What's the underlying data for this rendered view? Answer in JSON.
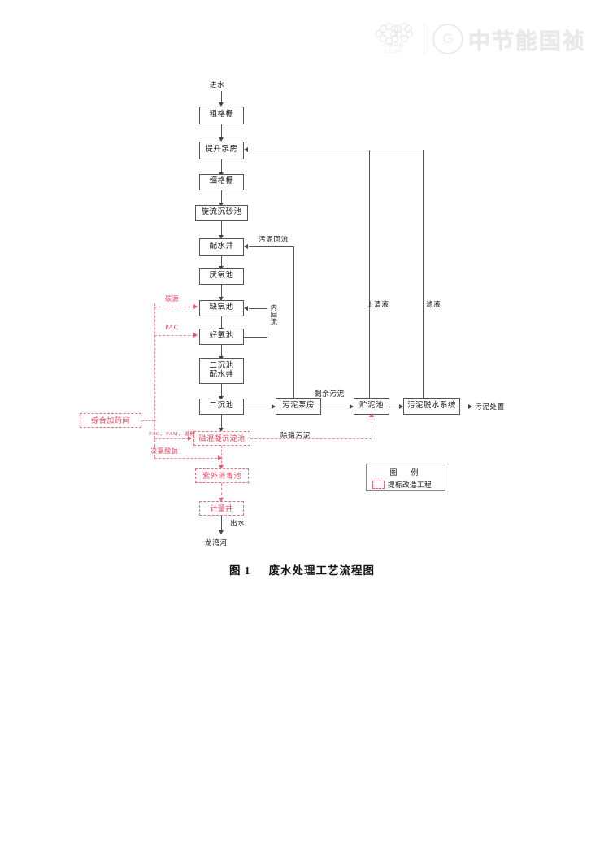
{
  "document": {
    "caption_number": "图 1",
    "caption_title": "废水处理工艺流程图"
  },
  "watermark": {
    "mark_cn": "中国节能",
    "mark_en": "CECEP",
    "brand": "中节能国祯",
    "brand_mark": "G"
  },
  "legend": {
    "title": "图　例",
    "item_label": "提标改造工程",
    "swatch_color": "#ef5a72"
  },
  "flow": {
    "inlet_label": "进水",
    "outlet_label": "出水",
    "receiving_water": "龙湾河",
    "main_units": [
      {
        "id": "coarse-screen",
        "label": "粗格栅"
      },
      {
        "id": "lift-pump-house",
        "label": "提升泵房"
      },
      {
        "id": "fine-screen",
        "label": "细格栅"
      },
      {
        "id": "vortex-grit-chamber",
        "label": "旋流沉砂池"
      },
      {
        "id": "distribution-well",
        "label": "配水井"
      },
      {
        "id": "anaerobic-tank",
        "label": "厌氧池"
      },
      {
        "id": "anoxic-tank",
        "label": "缺氧池"
      },
      {
        "id": "aerobic-tank",
        "label": "好氧池"
      },
      {
        "id": "secondary-clarifier-distribution-well",
        "label": "二沉池\n配水井",
        "line1": "二沉池",
        "line2": "配水井"
      },
      {
        "id": "secondary-clarifier",
        "label": "二沉池"
      }
    ],
    "upgrade_units": [
      {
        "id": "magnetic-coagulation-sedimentation-tank",
        "label": "磁混凝沉淀池"
      },
      {
        "id": "uv-disinfection-tank",
        "label": "紫外消毒池"
      },
      {
        "id": "metering-well",
        "label": "计量井"
      },
      {
        "id": "chemical-dosing-room",
        "label": "综合加药间"
      }
    ],
    "sludge_units": [
      {
        "id": "sludge-pump-house",
        "label": "污泥泵房"
      },
      {
        "id": "sludge-storage-tank",
        "label": "贮泥池"
      },
      {
        "id": "sludge-dewatering-system",
        "label": "污泥脱水系统"
      }
    ],
    "sludge_disposal_label": "污泥处置",
    "stream_labels": {
      "sludge_return": "污泥回流",
      "internal_return_v": "内回流",
      "excess_sludge": "剩余污泥",
      "supernatant": "上清液",
      "filtrate": "滤液",
      "phosphorus_sludge": "除磷污泥"
    },
    "chemical_labels": {
      "carbon_source": "碳源",
      "pac": "PAC",
      "pac_pam_magnetic_powder": "PAC、PAM、磁粉",
      "sodium_hypochlorite": "次氯酸钠"
    }
  }
}
